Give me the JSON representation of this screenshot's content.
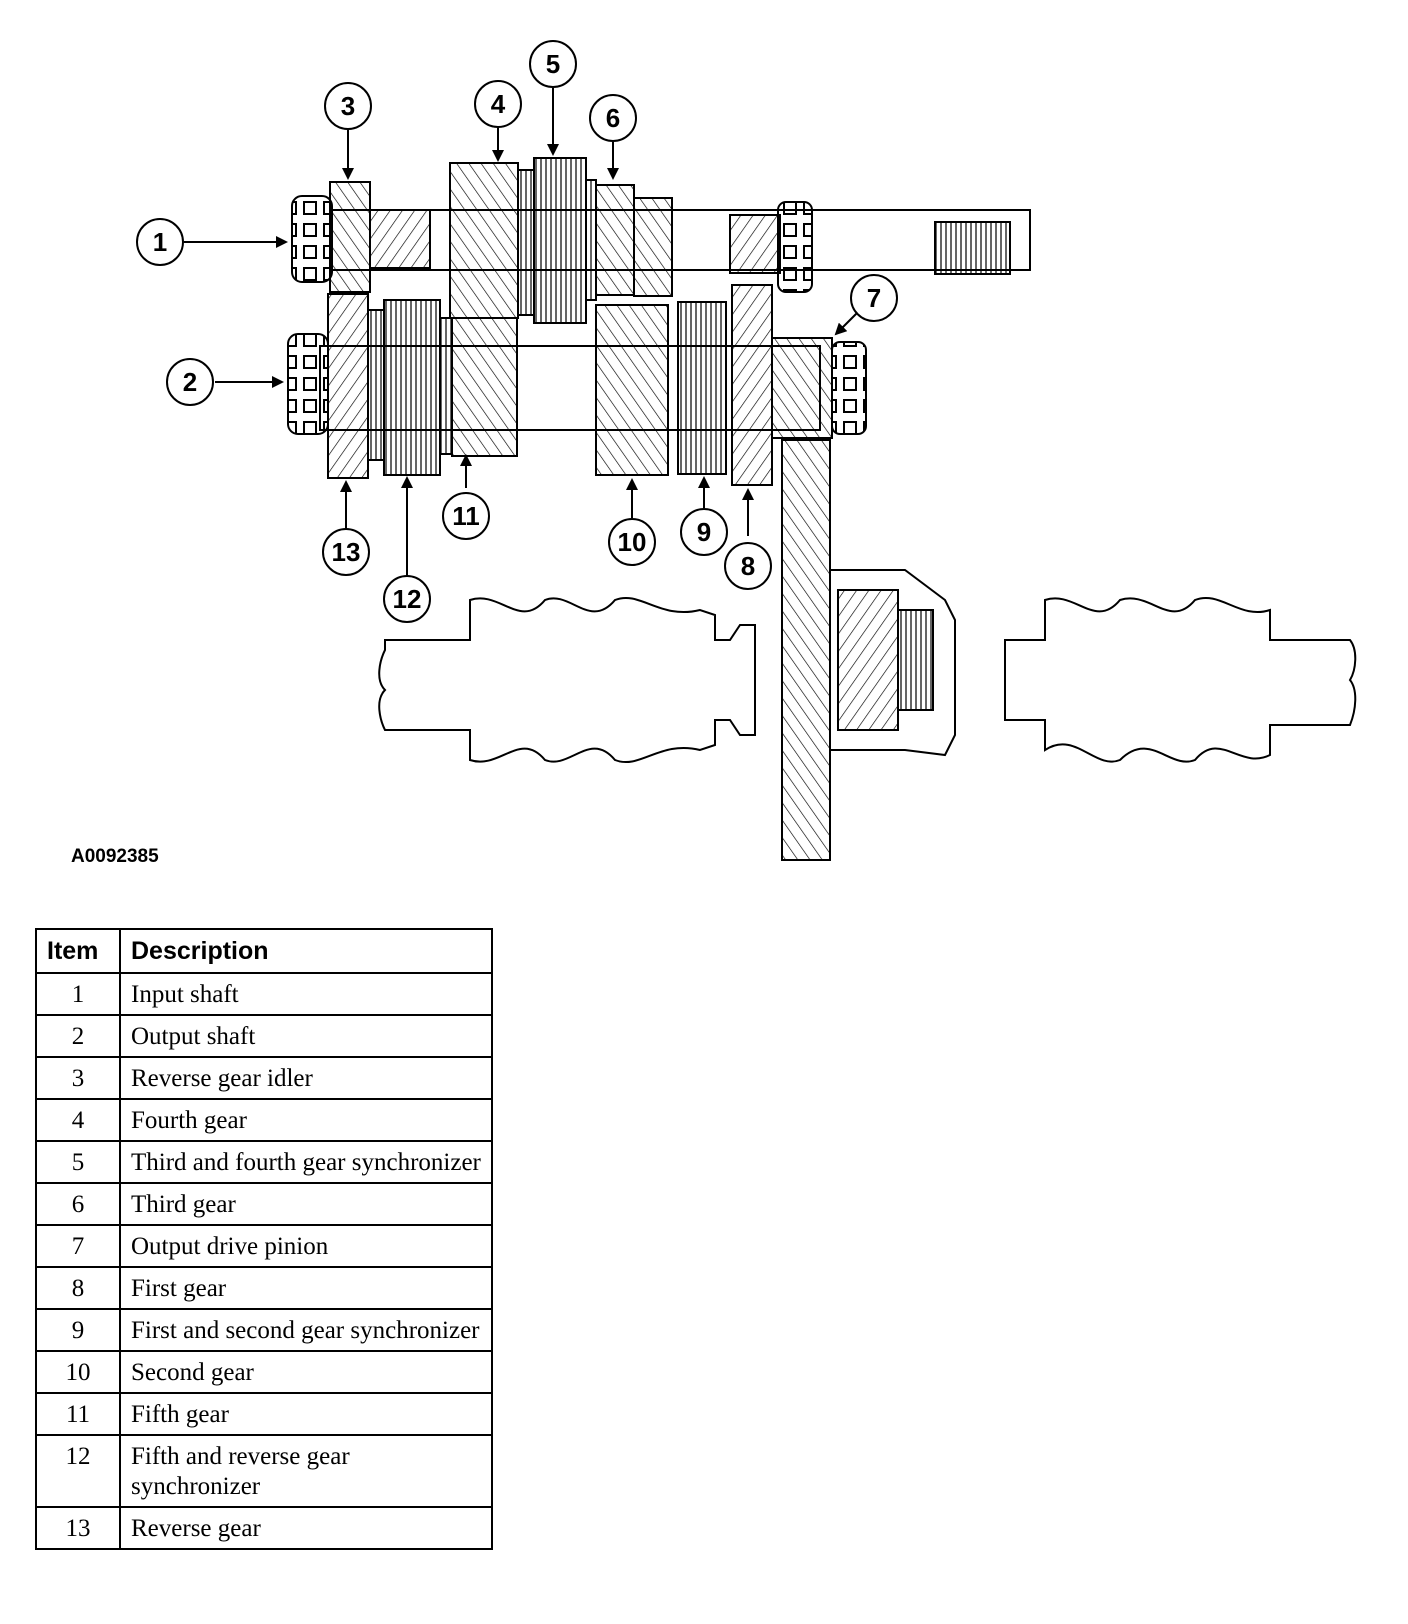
{
  "figure_id": "A0092385",
  "callouts": [
    "1",
    "2",
    "3",
    "4",
    "5",
    "6",
    "7",
    "8",
    "9",
    "10",
    "11",
    "12",
    "13"
  ],
  "table": {
    "headers": {
      "item": "Item",
      "description": "Description"
    },
    "rows": [
      {
        "item": "1",
        "description": "Input shaft"
      },
      {
        "item": "2",
        "description": "Output shaft"
      },
      {
        "item": "3",
        "description": "Reverse gear idler"
      },
      {
        "item": "4",
        "description": "Fourth gear"
      },
      {
        "item": "5",
        "description": "Third and fourth gear synchronizer"
      },
      {
        "item": "6",
        "description": "Third gear"
      },
      {
        "item": "7",
        "description": "Output drive pinion"
      },
      {
        "item": "8",
        "description": "First gear"
      },
      {
        "item": "9",
        "description": "First and second gear synchronizer"
      },
      {
        "item": "10",
        "description": "Second gear"
      },
      {
        "item": "11",
        "description": "Fifth gear"
      },
      {
        "item": "12",
        "description": "Fifth and reverse gear synchronizer"
      },
      {
        "item": "13",
        "description": "Reverse gear"
      }
    ]
  }
}
